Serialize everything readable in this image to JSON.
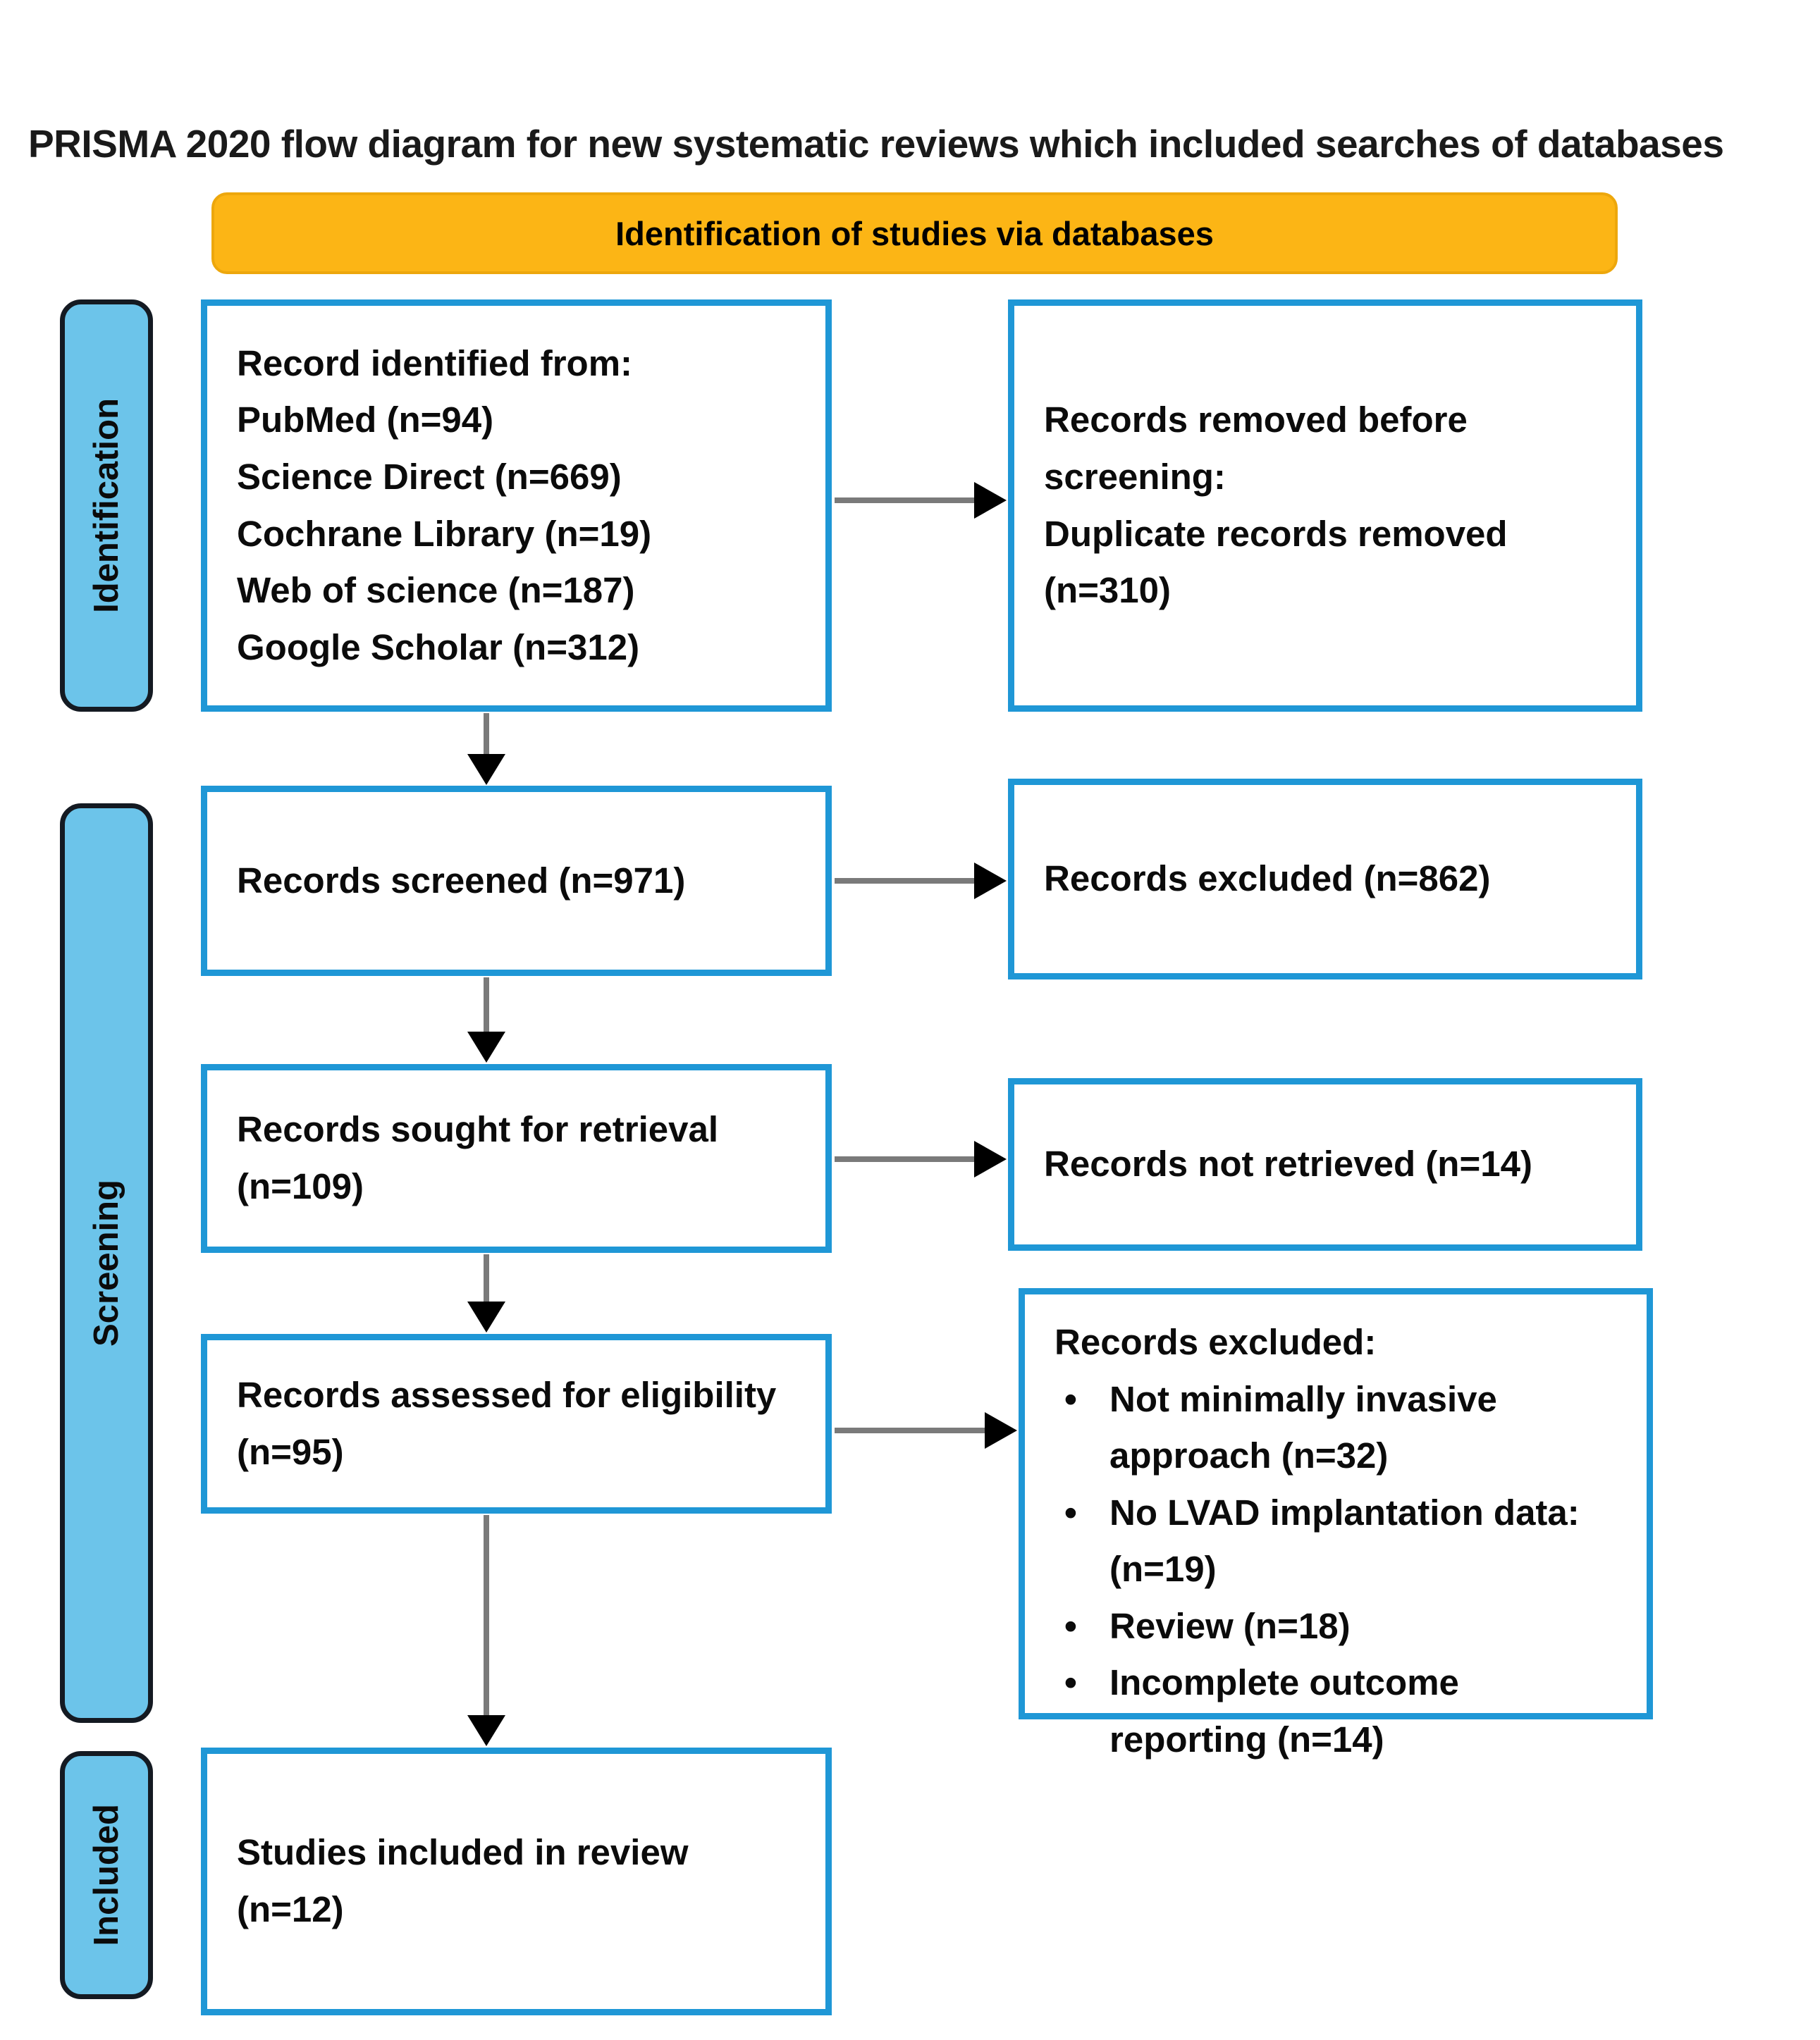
{
  "title": "PRISMA 2020 flow diagram for new systematic reviews which included searches of databases",
  "header": {
    "label": "Identification of studies via databases"
  },
  "sidebar": {
    "identification": "Identification",
    "screening": "Screening",
    "included": "Included"
  },
  "boxes": {
    "identified": {
      "lines": [
        "Record identified from:",
        "PubMed (n=94)",
        "Science Direct (n=669)",
        "Cochrane Library (n=19)",
        "Web of science (n=187)",
        "Google Scholar (n=312)"
      ]
    },
    "removed": {
      "lines": [
        "Records removed before",
        "screening:",
        "Duplicate records removed",
        "(n=310)"
      ]
    },
    "screened": {
      "label": "Records screened (n=971)"
    },
    "excluded": {
      "label": "Records excluded (n=862)"
    },
    "sought": {
      "lines": [
        "Records sought for retrieval",
        "(n=109)"
      ]
    },
    "not_retrieved": {
      "label": "Records not retrieved (n=14)"
    },
    "assessed": {
      "lines": [
        "Records assessed for eligibility",
        "(n=95)"
      ]
    },
    "excluded_reasons": {
      "title": "Records excluded:",
      "items": [
        "Not minimally invasive approach (n=32)",
        "No LVAD implantation data: (n=19)",
        "Review (n=18)",
        "Incomplete outcome reporting (n=14)"
      ]
    },
    "included_studies": {
      "lines": [
        "Studies included in review",
        "(n=12)"
      ]
    }
  },
  "colors": {
    "box_border_blue": "#1f97d6",
    "sidebar_blue": "#6cc4ea",
    "header_orange": "#fcb515",
    "arrow_gray": "#7a7a7a",
    "arrowhead_black": "#000000"
  }
}
